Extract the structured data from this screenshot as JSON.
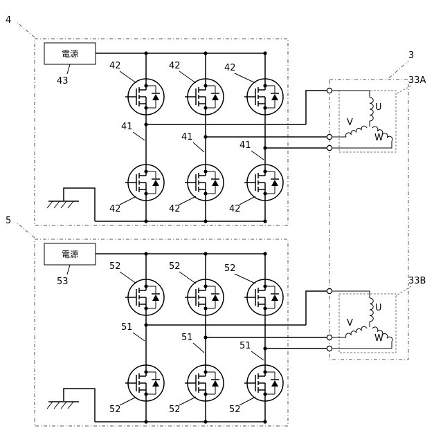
{
  "inverters": [
    {
      "ref": "4",
      "power_label": "電源",
      "power_ref": "43",
      "switch_ref": "42",
      "junction_ref": "41"
    },
    {
      "ref": "5",
      "power_label": "電源",
      "power_ref": "53",
      "switch_ref": "52",
      "junction_ref": "51"
    }
  ],
  "motor": {
    "ref": "3",
    "windings": [
      {
        "ref": "33A",
        "phases": [
          "U",
          "V",
          "W"
        ]
      },
      {
        "ref": "33B",
        "phases": [
          "U",
          "V",
          "W"
        ]
      }
    ]
  },
  "icons": [
    "mosfet-icon",
    "ground-icon",
    "coil-icon",
    "terminal-icon"
  ]
}
